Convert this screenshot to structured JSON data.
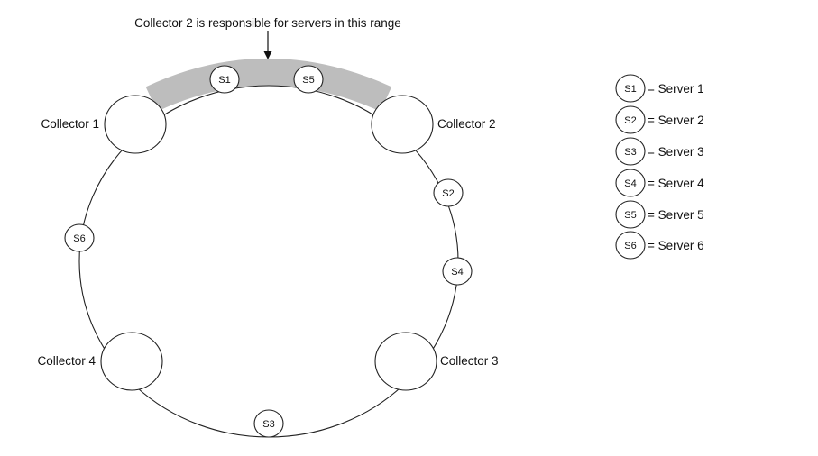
{
  "callout": {
    "text": "Collector 2 is responsible for servers in this range"
  },
  "collectors": [
    {
      "id": "c1",
      "label": "Collector 1"
    },
    {
      "id": "c2",
      "label": "Collector 2"
    },
    {
      "id": "c3",
      "label": "Collector 3"
    },
    {
      "id": "c4",
      "label": "Collector 4"
    }
  ],
  "servers": [
    {
      "id": "s1",
      "label": "S1"
    },
    {
      "id": "s5",
      "label": "S5"
    },
    {
      "id": "s2",
      "label": "S2"
    },
    {
      "id": "s4",
      "label": "S4"
    },
    {
      "id": "s3",
      "label": "S3"
    },
    {
      "id": "s6",
      "label": "S6"
    }
  ],
  "legend": [
    {
      "code": "S1",
      "text": "= Server 1"
    },
    {
      "code": "S2",
      "text": "= Server 2"
    },
    {
      "code": "S3",
      "text": "= Server 3"
    },
    {
      "code": "S4",
      "text": "= Server 4"
    },
    {
      "code": "S5",
      "text": "= Server 5"
    },
    {
      "code": "S6",
      "text": "= Server 6"
    }
  ],
  "colors": {
    "highlight_band": "#bdbdbd",
    "stroke": "#222222"
  }
}
